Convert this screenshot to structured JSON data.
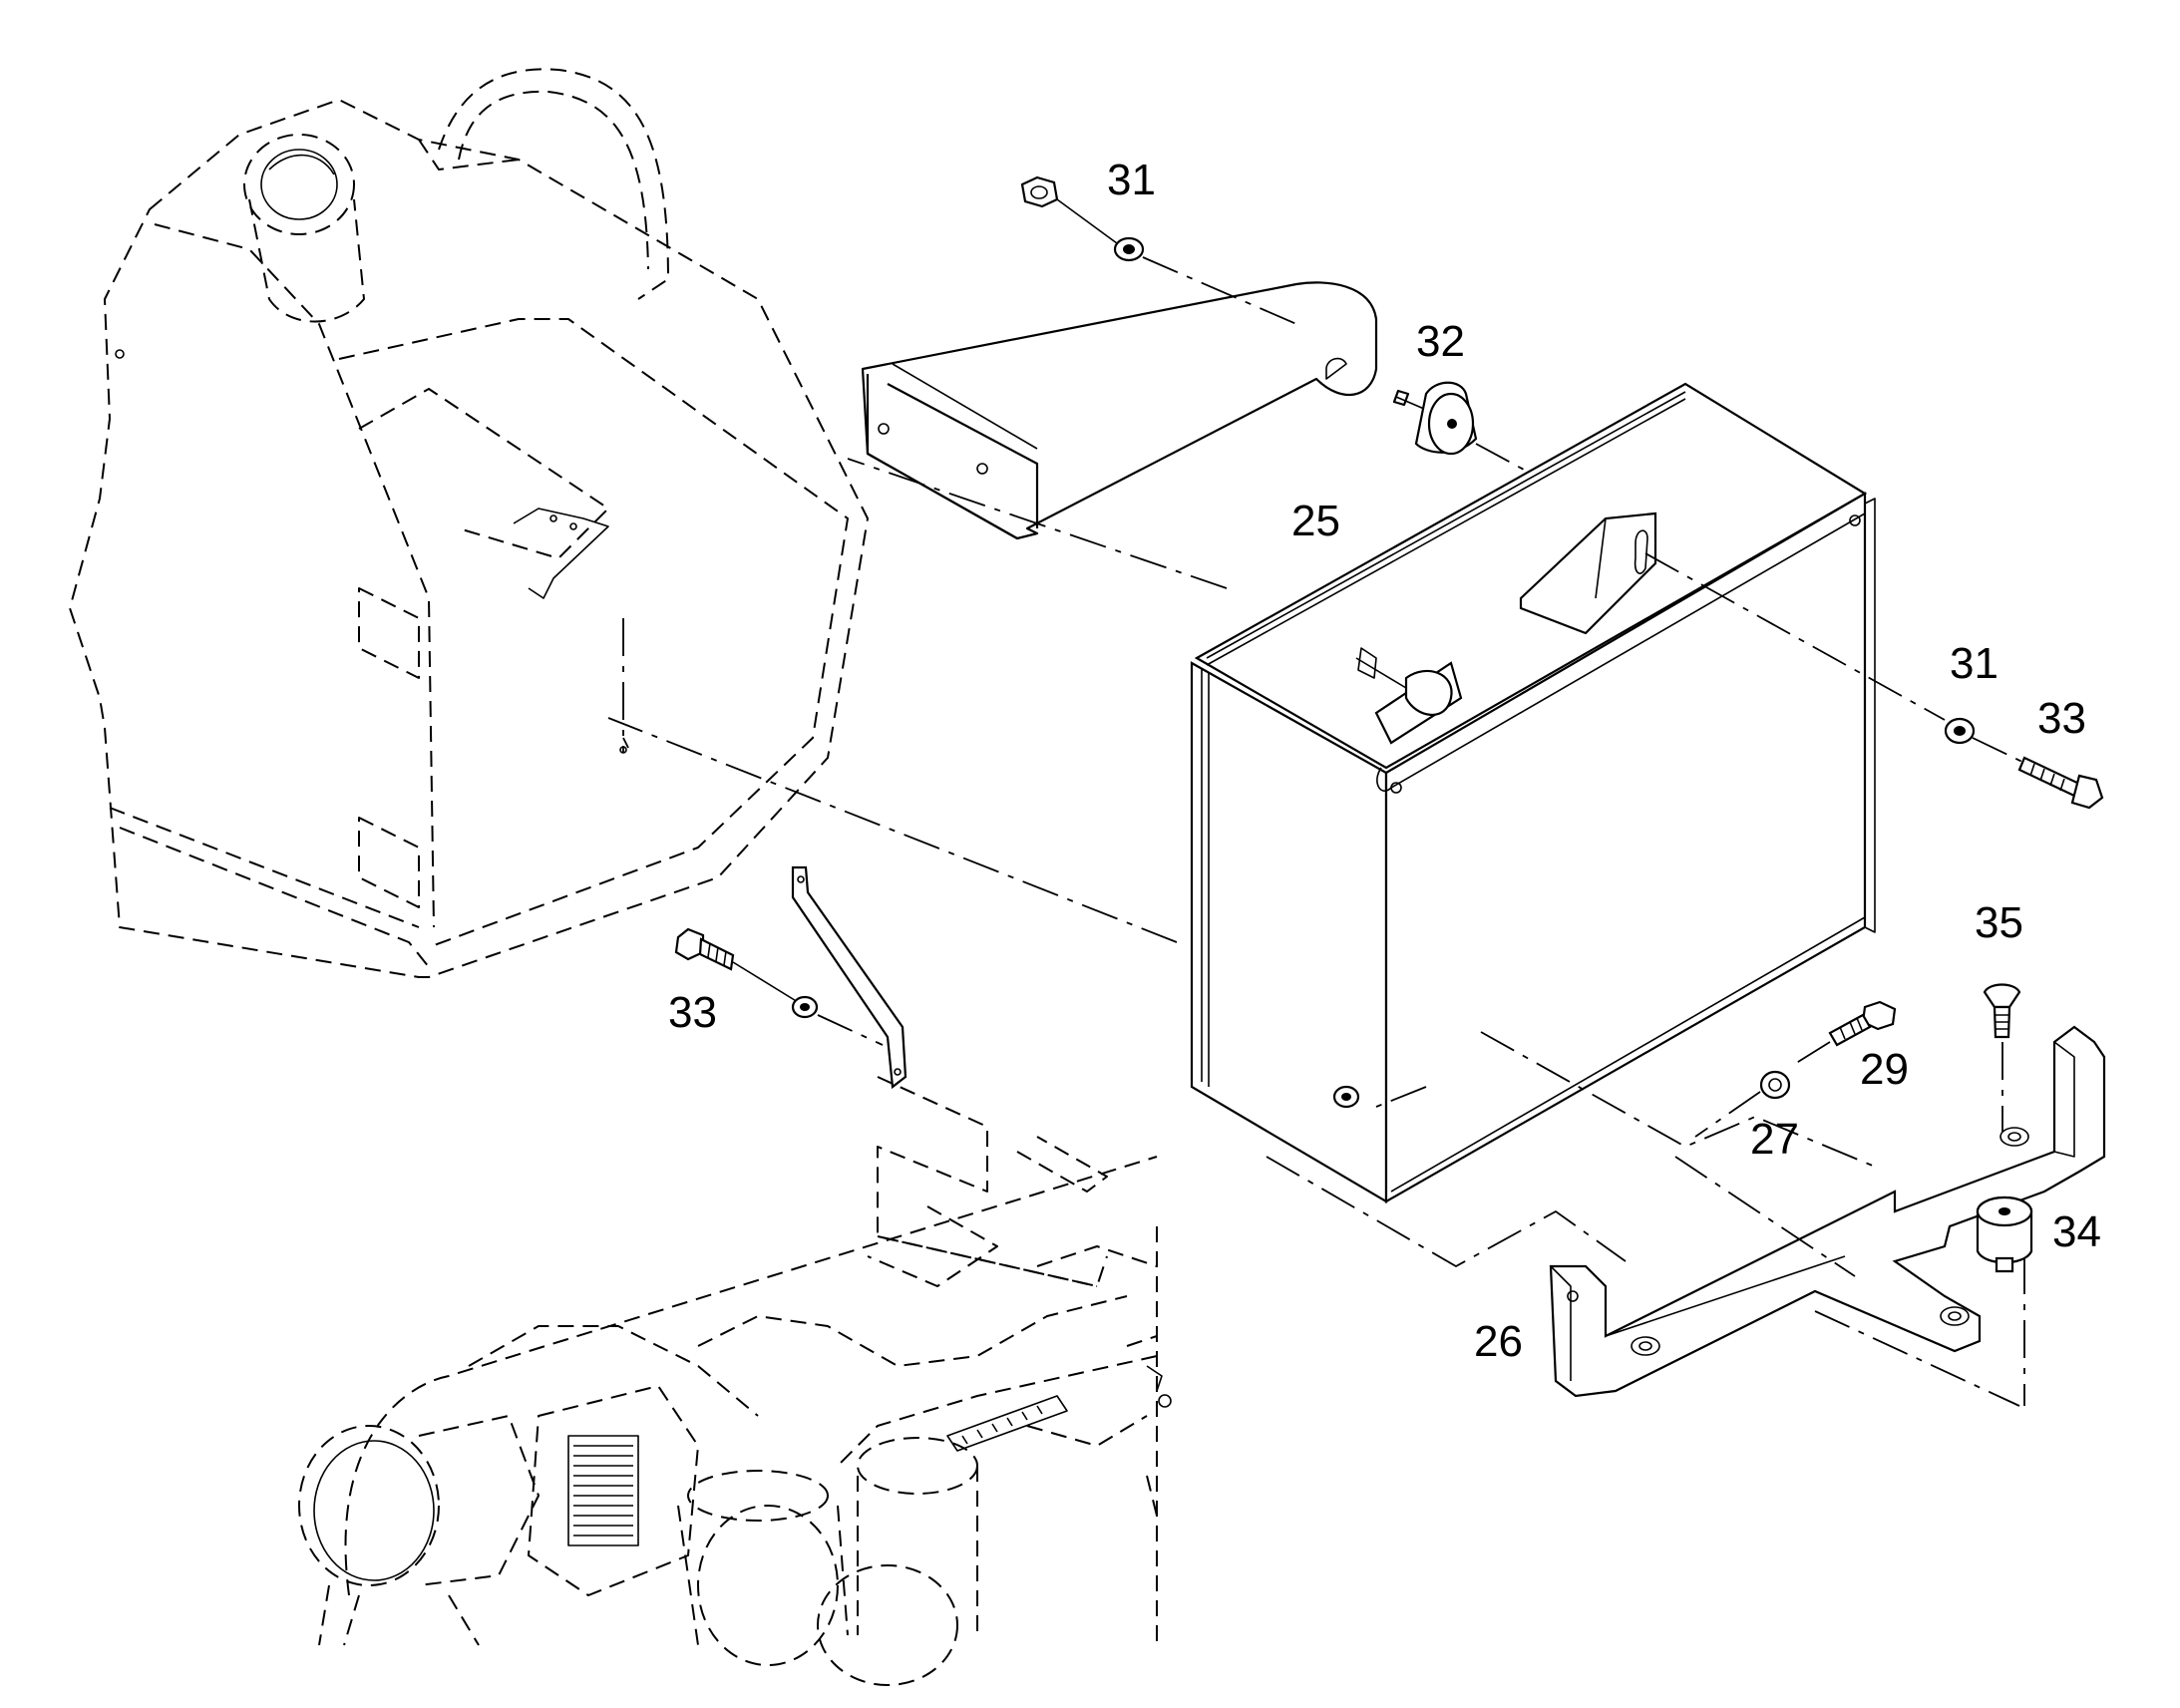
{
  "callouts": {
    "c25": "25",
    "c26": "26",
    "c27": "27",
    "c29": "29",
    "c31_top": "31",
    "c31_right": "31",
    "c32": "32",
    "c33_left": "33",
    "c33_right": "33",
    "c34": "34",
    "c35": "35"
  }
}
